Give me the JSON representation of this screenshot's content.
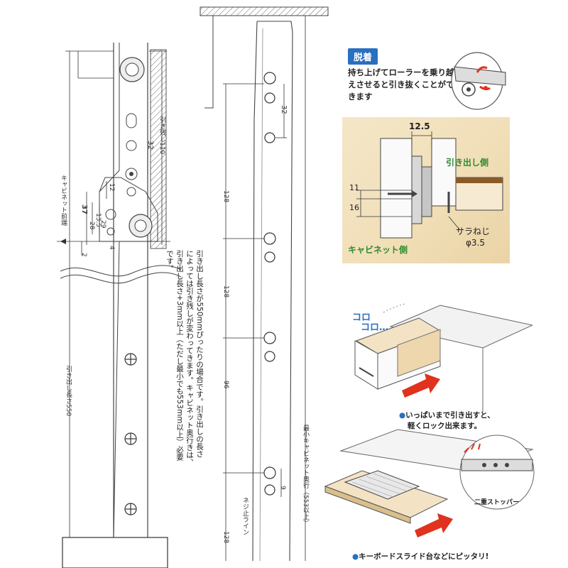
{
  "left_diagram": {
    "dims": {
      "d32": "32",
      "d37": "37",
      "d28": "28",
      "d13_5": "13.5",
      "d12": "12",
      "d4": "4",
      "d2": "2",
      "d29": "29"
    },
    "labels": {
      "cabinet_front": "キャビネット前端",
      "travel_length": "引き出し長さ550",
      "pull_stroke": "引き残し110"
    }
  },
  "note": {
    "lines": [
      "引き出し長さが550mmぴったりの場合です。引き出しの長さ",
      "によっては引き残しが変わってきます。キャビネット奥行きは、",
      "引き出し長さ+3mm以上（ただし最小でも553mm以上）必要",
      "です。"
    ]
  },
  "middle_diagram": {
    "dims": {
      "d32": "32",
      "d128a": "128",
      "d128b": "128",
      "d96": "96",
      "d9": "9",
      "d128c": "128"
    },
    "labels": {
      "screw_line": "ネジ止ライン",
      "min_depth": "最小キャビネット奥行（553以上）"
    }
  },
  "removal": {
    "badge": "脱着",
    "text": "持ち上げてローラーを乗り越えさせると引き抜くことができます"
  },
  "photo": {
    "dim_12_5": "12.5",
    "dim_11": "11",
    "dim_16": "16",
    "drawer_side": "引き出し側",
    "cabinet_side": "キャビネット側",
    "screw_type": "サラねじ",
    "screw_diameter": "φ3.5"
  },
  "drawer_scene": {
    "sound1": "コロ",
    "sound2": "コロ…",
    "caption_line1": "いっぱいまで引き出すと、",
    "caption_line2": "軽くロック出来ます。"
  },
  "keyboard_scene": {
    "stopper_label": "二重ストッパー",
    "caption": "キーボードスライド台などにピッタリ!"
  },
  "colors": {
    "accent_blue": "#2a6fc0",
    "arrow_red": "#e0321e",
    "drawer_label_green": "#2e8b2e",
    "photo_bg": "#f1dfb8"
  }
}
